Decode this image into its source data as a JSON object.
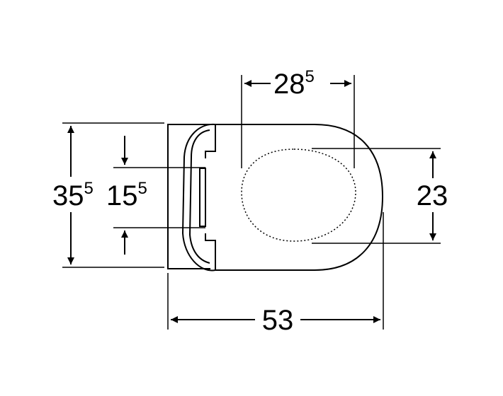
{
  "dimensions": {
    "depth": {
      "value": "53"
    },
    "width": {
      "value": "35",
      "sup": "5"
    },
    "hinge_spacing": {
      "value": "15",
      "sup": "5"
    },
    "bowl_length": {
      "value": "28",
      "sup": "5"
    },
    "bowl_width": {
      "value": "23"
    }
  },
  "colors": {
    "stroke": "#000000",
    "background": "#ffffff"
  }
}
